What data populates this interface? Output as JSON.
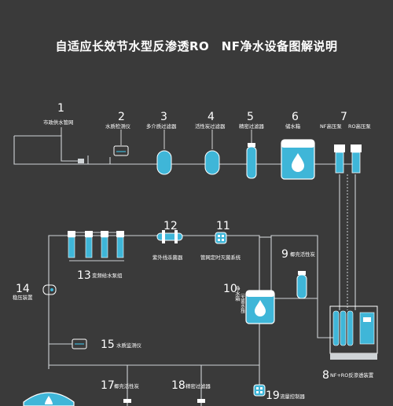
{
  "title": "自适应长效节水型反渗透RO　NF净水设备图解说明",
  "components": [
    {
      "num": "1",
      "label": "市政供水管网"
    },
    {
      "num": "2",
      "label": "水质检测仪"
    },
    {
      "num": "3",
      "label": "多介质过滤器"
    },
    {
      "num": "4",
      "label": "活性炭过滤器"
    },
    {
      "num": "5",
      "label": "精密过滤器"
    },
    {
      "num": "6",
      "label": "储水箱"
    },
    {
      "num": "7",
      "label_a": "NF高压泵",
      "label_b": "RO高压泵"
    },
    {
      "num": "8",
      "label": "NF+RO反渗透装置"
    },
    {
      "num": "9",
      "label": "椰壳活性炭"
    },
    {
      "num": "10",
      "label": "净水箱",
      "sub": "（无菌水箱）"
    },
    {
      "num": "11",
      "label": "管网定时灭菌系统"
    },
    {
      "num": "12",
      "label": "紫外线杀菌器"
    },
    {
      "num": "13",
      "label": "变频给水泵组"
    },
    {
      "num": "14",
      "label": "稳压装置"
    },
    {
      "num": "15",
      "label": "水质监测仪"
    },
    {
      "num": "17",
      "label": "椰壳活性炭"
    },
    {
      "num": "18",
      "label": "精密过滤器"
    },
    {
      "num": "19",
      "label": "流量控制器"
    }
  ],
  "colors": {
    "background": "#3a3a3a",
    "accent": "#3fb6d8",
    "pipe": "#cfd3d6",
    "text": "#ffffff"
  }
}
